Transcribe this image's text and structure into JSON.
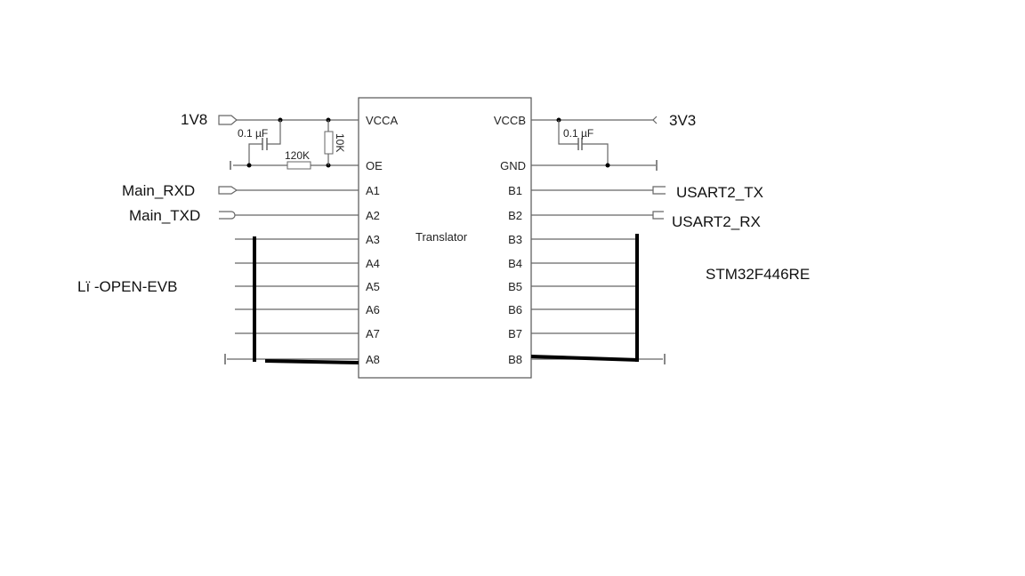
{
  "chip": {
    "name": "Translator",
    "left_pins": [
      "VCCA",
      "OE",
      "A1",
      "A2",
      "A3",
      "A4",
      "A5",
      "A6",
      "A7",
      "A8"
    ],
    "right_pins": [
      "VCCB",
      "GND",
      "B1",
      "B2",
      "B3",
      "B4",
      "B5",
      "B6",
      "B7",
      "B8"
    ]
  },
  "left": {
    "supply": "1V8",
    "cap": "0.1 µF",
    "r_pulldown": "120K",
    "r_pullup": "10K",
    "rxd": "Main_RXD",
    "txd": "Main_TXD",
    "board": "Lï  -OPEN-EVB"
  },
  "right": {
    "supply": "3V3",
    "cap": "0.1 µF",
    "tx": "USART2_TX",
    "rx": "USART2_RX",
    "board": "STM32F446RE"
  }
}
